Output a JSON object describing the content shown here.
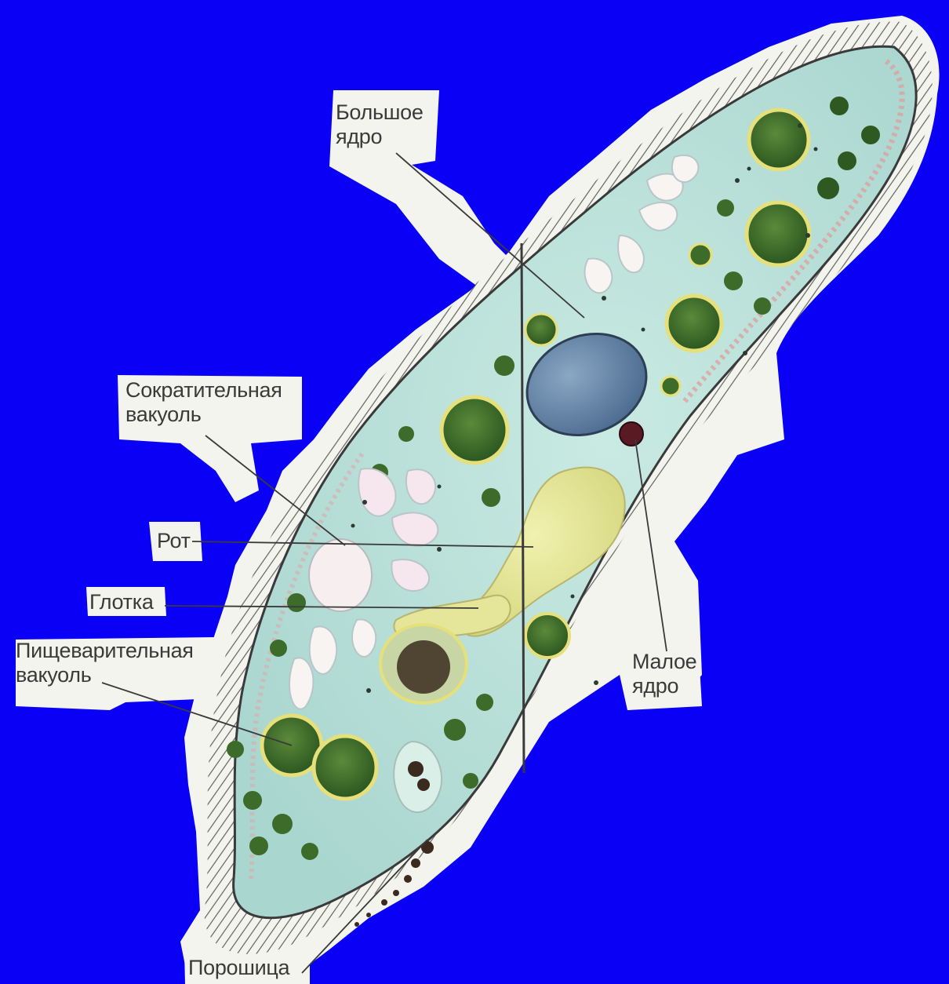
{
  "colors": {
    "background": "#0a00f5",
    "cytoplasm": "#bfe3dd",
    "membrane": "#d8cc9e",
    "macronucleus": "#5a7aa0",
    "micronucleus": "#5a1a24",
    "pharynx": "#e8e89a",
    "food_vacuole": "#3d6b2a",
    "label_backing": "#ffffff"
  },
  "labels": {
    "macronucleus": "Большое\nядро",
    "contractile_vacuole": "Сократительная\nвакуоль",
    "mouth": "Рот",
    "pharynx": "Глотка",
    "digestive_vacuole": "Пищеварительная\nвакуоль",
    "micronucleus": "Малое\nядро",
    "anal_pore": "Порошица"
  }
}
